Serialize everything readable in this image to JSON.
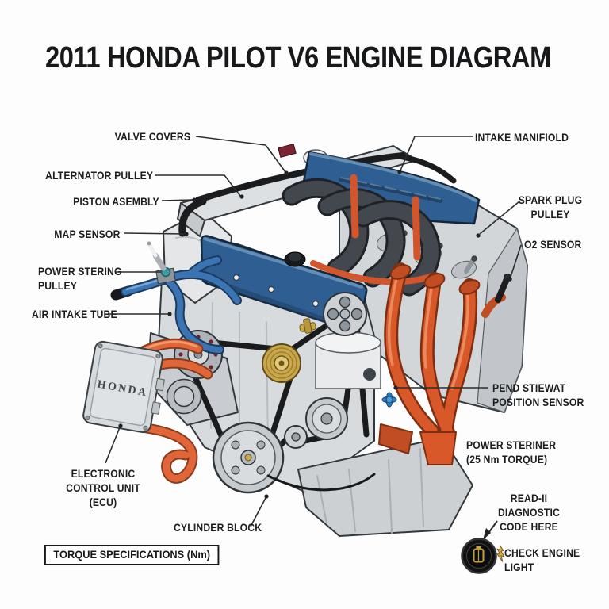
{
  "title": "2011 HONDA PILOT V6 ENGINE DIAGRAM",
  "engine_badge": "HONDA",
  "footer": {
    "torque_note": "TORQUE SPECIFICATIONS (Nm)"
  },
  "labels": {
    "valve_covers": "VALVE COVERS",
    "alternator_pulley": "ALTERNATOR PULLEY",
    "piston_asembly": "PISTON ASEMBLY",
    "map_sensor": "MAP SENSOR",
    "power_stering_pulley": "POWER STERING\nPULLEY",
    "air_intake_tube": "AIR INTAKE TUBE",
    "ecu": "ELECTRONIC\nCONTROL UNIT\n(ECU)",
    "cylinder_block": "CYLINDER BLOCK",
    "intake_manifiold": "INTAKE MANIFIOLD",
    "spark_plug_pulley": "SPARK PLUG\nPULLEY",
    "o2_sensor": "O2 SENSOR",
    "pend_stiewat_position_sensor": "PEND STIEWAT\nPOSITION SENSOR",
    "power_steriner": "POWER STERINER\n(25 Nm TORQUE)",
    "read_diagnostic": "READ-II\nDIAGNOSTIC\nCODE HERE",
    "check_engine_light": "CHECK ENGINE\nLIGHT"
  },
  "icons": {
    "check_engine_light": "engine-warning-icon",
    "spark": "lightning-bolt-icon"
  },
  "colors": {
    "ink": "#1c1d1f",
    "valve_cover_blue": "#2f5f92",
    "hose_blue": "#3a74b2",
    "accent_orange": "#d8582a",
    "metal_gray": "#d8dbdd",
    "gold": "#c9a84c",
    "background": "#fdfdfd"
  }
}
